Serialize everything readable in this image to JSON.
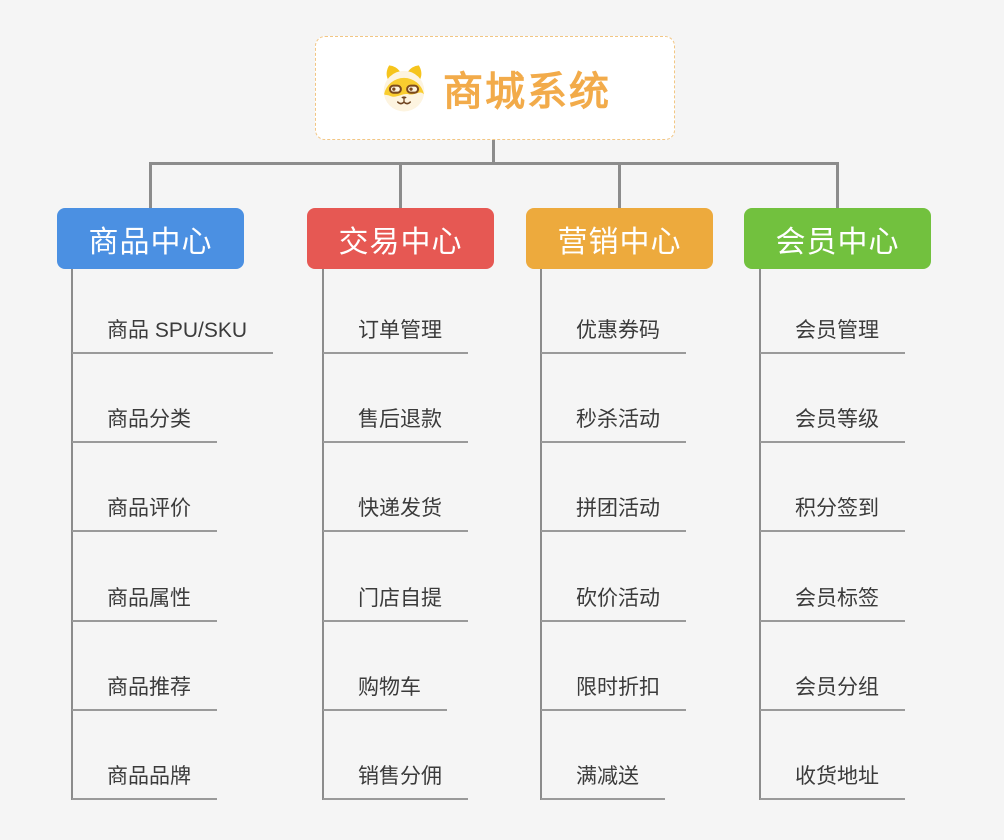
{
  "canvas": {
    "background_color": "#f5f5f5",
    "connector_color": "#8c8c8c",
    "leaf_underline_color": "#9a9a9a",
    "leaf_text_color": "#3b3b3b"
  },
  "root": {
    "title": "商城系统",
    "icon": "dog-face-icon",
    "text_color": "#f2ab4a",
    "border_color": "#f2c684",
    "background_color": "#ffffff"
  },
  "branches": [
    {
      "label": "商品中心",
      "color": "#4b90e2",
      "children": [
        "商品 SPU/SKU",
        "商品分类",
        "商品评价",
        "商品属性",
        "商品推荐",
        "商品品牌"
      ]
    },
    {
      "label": "交易中心",
      "color": "#e65853",
      "children": [
        "订单管理",
        "售后退款",
        "快递发货",
        "门店自提",
        "购物车",
        "销售分佣"
      ]
    },
    {
      "label": "营销中心",
      "color": "#edaa3d",
      "children": [
        "优惠券码",
        "秒杀活动",
        "拼团活动",
        "砍价活动",
        "限时折扣",
        "满减送"
      ]
    },
    {
      "label": "会员中心",
      "color": "#72c13e",
      "children": [
        "会员管理",
        "会员等级",
        "积分签到",
        "会员标签",
        "会员分组",
        "收货地址"
      ]
    }
  ]
}
